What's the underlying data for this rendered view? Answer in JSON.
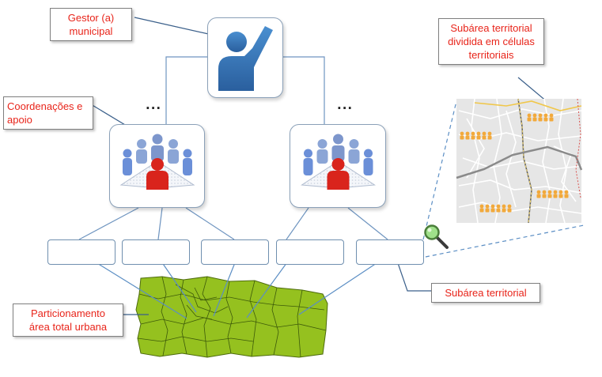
{
  "labels": {
    "gestor": [
      "Gestor (a)",
      "municipal"
    ],
    "coordenacoes": [
      "Coordenações e",
      "apoio"
    ],
    "subarea_dividida": [
      "Subárea territorial",
      "dividida em células",
      "territoriais"
    ],
    "particionamento": [
      "Particionamento",
      "área total urbana"
    ],
    "subarea": "Subárea territorial"
  },
  "ellipsis": [
    "...",
    "..."
  ],
  "icons": [
    "person-raising-hand-icon",
    "meeting-group-icon",
    "meeting-group-icon",
    "magnifier-icon",
    "people-group-icon"
  ],
  "colors": {
    "label_text": "#e8241a",
    "person_blue": "#3d7fc1",
    "leader_red": "#d9241c",
    "map_green": "#95c11f",
    "connector": "#5b8ec4"
  }
}
